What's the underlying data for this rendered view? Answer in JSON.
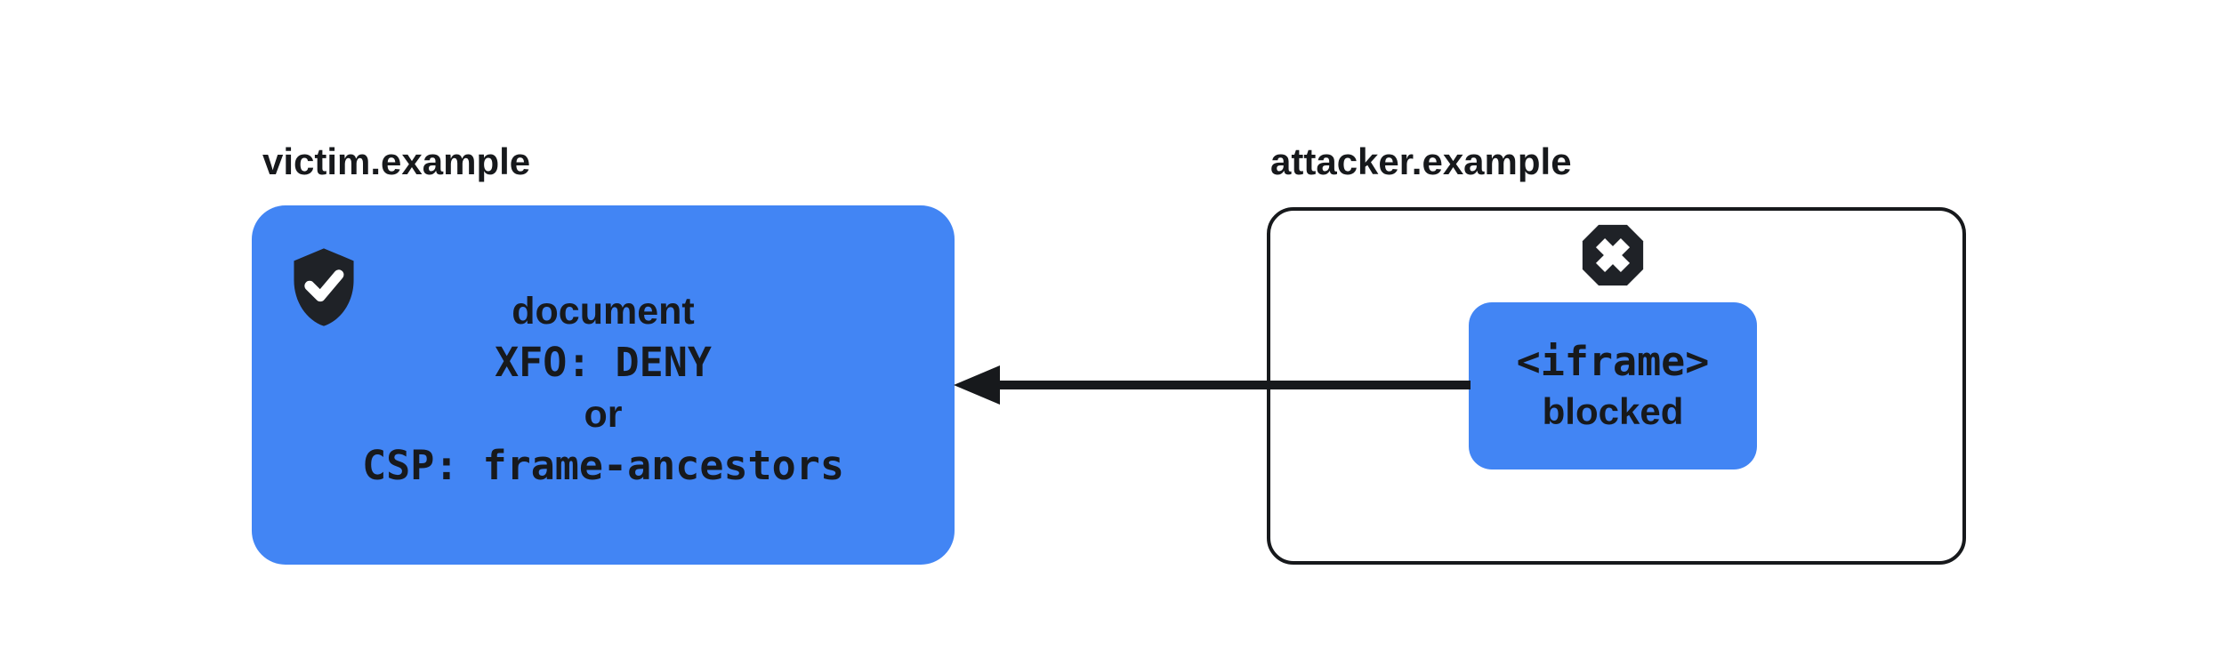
{
  "victim": {
    "label": "victim.example",
    "lines": [
      "document",
      "XFO: DENY",
      "or",
      "CSP: frame-ancestors"
    ],
    "icon": "shield-check-icon",
    "box_color": "#4285f4"
  },
  "attacker": {
    "label": "attacker.example",
    "iframe_lines": [
      "<iframe>",
      "blocked"
    ],
    "icon": "blocked-octagon-icon",
    "iframe_box_color": "#4285f4"
  },
  "arrow": {
    "direction": "right-to-left",
    "color": "#17191c"
  },
  "colors": {
    "accent_blue": "#4285f4",
    "icon_dark": "#1f2227",
    "text": "#17191c",
    "border": "#17191c",
    "background": "#ffffff"
  }
}
